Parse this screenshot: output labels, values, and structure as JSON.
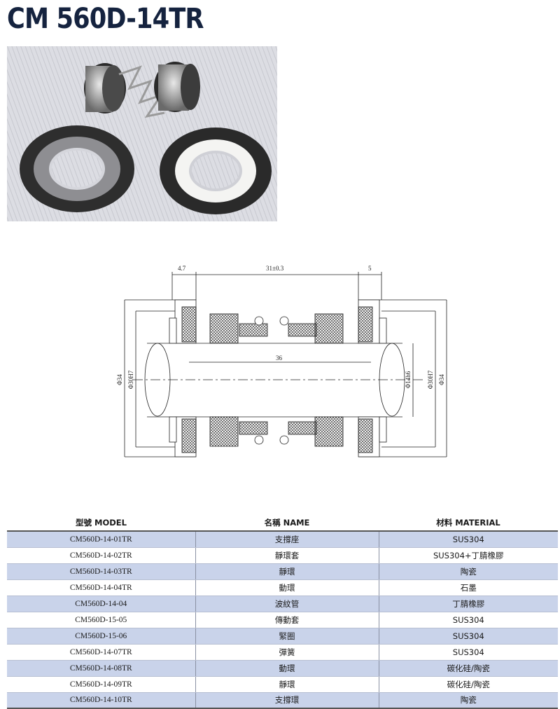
{
  "title": "CM 560D-14TR",
  "table": {
    "headers": {
      "model": "型號 MODEL",
      "name": "名稱 NAME",
      "material": "材料 MATERIAL"
    },
    "rows": [
      {
        "model": "CM560D-14-01TR",
        "name": "支撐座",
        "material": "SUS304"
      },
      {
        "model": "CM560D-14-02TR",
        "name": "靜環套",
        "material": "SUS304+丁腈橡膠"
      },
      {
        "model": "CM560D-14-03TR",
        "name": "靜環",
        "material": "陶瓷"
      },
      {
        "model": "CM560D-14-04TR",
        "name": "動環",
        "material": "石墨"
      },
      {
        "model": "CM560D-14-04",
        "name": "波紋管",
        "material": "丁腈橡膠"
      },
      {
        "model": "CM560D-15-05",
        "name": "傳動套",
        "material": "SUS304"
      },
      {
        "model": "CM560D-15-06",
        "name": "緊圈",
        "material": "SUS304"
      },
      {
        "model": "CM560D-14-07TR",
        "name": "彈簧",
        "material": "SUS304"
      },
      {
        "model": "CM560D-14-08TR",
        "name": "動環",
        "material": "碳化硅/陶瓷"
      },
      {
        "model": "CM560D-14-09TR",
        "name": "靜環",
        "material": "碳化硅/陶瓷"
      },
      {
        "model": "CM560D-14-10TR",
        "name": "支撐環",
        "material": "陶瓷"
      }
    ]
  },
  "drawing": {
    "dim_left_width": "4.7",
    "dim_center": "31±0.3",
    "dim_right_width": "5",
    "dim_length": "36",
    "dim_outer_left": "Φ34",
    "dim_bore_left": "Φ30H7",
    "dim_shaft": "Φ14h6",
    "dim_bore_right": "Φ30H7",
    "dim_outer_right": "Φ34"
  }
}
